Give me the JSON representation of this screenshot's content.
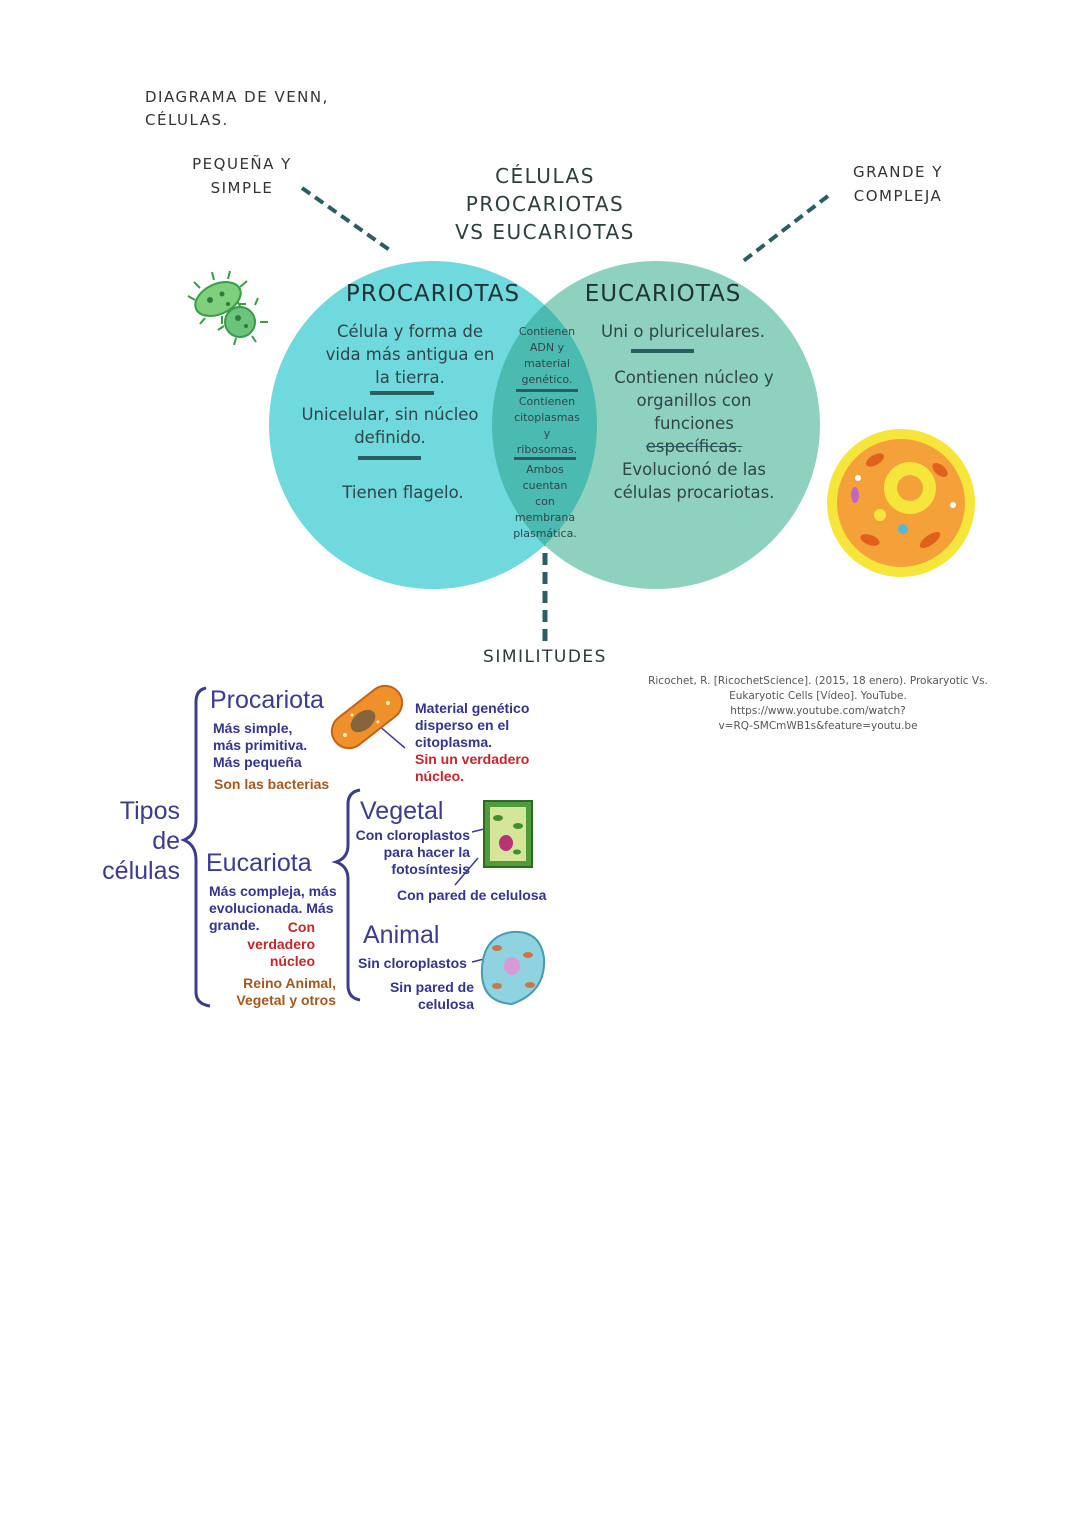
{
  "document": {
    "title_line1": "DIAGRAMA DE VENN,",
    "title_line2": "CÉLULAS."
  },
  "notes": {
    "left_line1": "PEQUEÑA Y",
    "left_line2": "SIMPLE",
    "right_line1": "GRANDE Y",
    "right_line2": "COMPLEJA"
  },
  "venn": {
    "title_line1": "CÉLULAS",
    "title_line2": "PROCARIOTAS",
    "title_line3": "VS EUCARIOTAS",
    "left_heading": "PROCARIOTAS",
    "right_heading": "EUCARIOTAS",
    "left_items": [
      [
        "Célula y forma de",
        "vida más antigua en",
        "la tierra."
      ],
      [
        "Unicelular, sin núcleo",
        "definido."
      ],
      [
        "Tienen flagelo."
      ]
    ],
    "right_items": [
      [
        "Uni o pluricelulares."
      ],
      [
        "Contienen núcleo y",
        "organillos con",
        "funciones",
        "específicas.",
        "Evolucionó de las",
        "células procariotas."
      ]
    ],
    "middle_items": [
      [
        "Contienen",
        "ADN y",
        "material",
        "genético."
      ],
      [
        "Contienen",
        "citoplasmas",
        "y",
        "ribosomas."
      ],
      [
        "Ambos",
        "cuentan",
        "con",
        "membrana",
        "plasmática."
      ]
    ],
    "similarities_label": "SIMILITUDES",
    "colors": {
      "left_circle": "#6fd9de",
      "right_circle": "#8fd1bf",
      "overlap": "#4bbab0",
      "line": "#2b5e63"
    }
  },
  "citation": {
    "line1": "Ricochet, R. [RicochetScience]. (2015, 18 enero). Prokaryotic Vs.",
    "line2": "Eukaryotic Cells [Vídeo]. YouTube. https://www.youtube.com/watch?",
    "line3": "v=RQ-SMCmWB1s&feature=youtu.be"
  },
  "types_chart": {
    "root_line1": "Tipos",
    "root_line2": "de",
    "root_line3": "células",
    "procariota": {
      "title": "Procariota",
      "desc_line1": "Más simple,",
      "desc_line2": "más primitiva.",
      "desc_line3": "Más pequeña",
      "example": "Son las bacterias",
      "note_line1": "Material genético",
      "note_line2": "disperso en el",
      "note_line3": "citoplasma.",
      "note_red1": "Sin un verdadero",
      "note_red2": "núcleo."
    },
    "eucariota": {
      "title": "Eucariota",
      "desc_line1": "Más compleja, más",
      "desc_line2": "evolucionada. Más",
      "desc_line3": "grande.",
      "red_line1": "Con",
      "red_line2": "verdadero",
      "red_line3": "núcleo",
      "example_line1": "Reino Animal,",
      "example_line2": "Vegetal y otros"
    },
    "vegetal": {
      "title": "Vegetal",
      "line1": "Con cloroplastos",
      "line2": "para hacer la",
      "line3": "fotosíntesis",
      "line4": "Con pared de celulosa"
    },
    "animal": {
      "title": "Animal",
      "line1": "Sin cloroplastos",
      "line2": "Sin pared de",
      "line3": "celulosa"
    }
  }
}
